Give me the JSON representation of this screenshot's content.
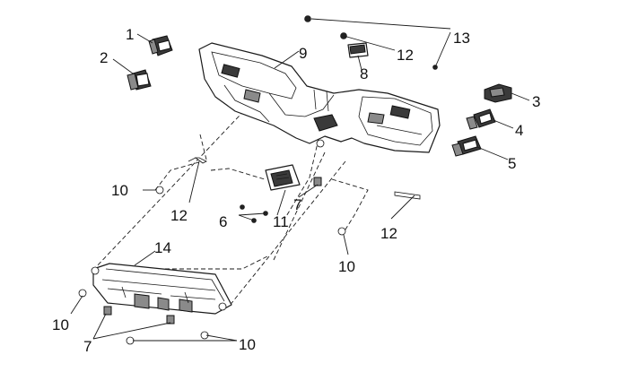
{
  "diagram": {
    "callouts": {
      "c1": "1",
      "c2": "2",
      "c3": "3",
      "c4": "4",
      "c5": "5",
      "c6": "6",
      "c7a": "7",
      "c7b": "7",
      "c8": "8",
      "c9": "9",
      "c10a": "10",
      "c10b": "10",
      "c10c": "10",
      "c10d": "10",
      "c11": "11",
      "c12a": "12",
      "c12b": "12",
      "c12c": "12",
      "c13": "13",
      "c14": "14"
    },
    "colors": {
      "line": "#1a1a1a",
      "background": "#ffffff",
      "shading": "#3a3a3a"
    }
  }
}
